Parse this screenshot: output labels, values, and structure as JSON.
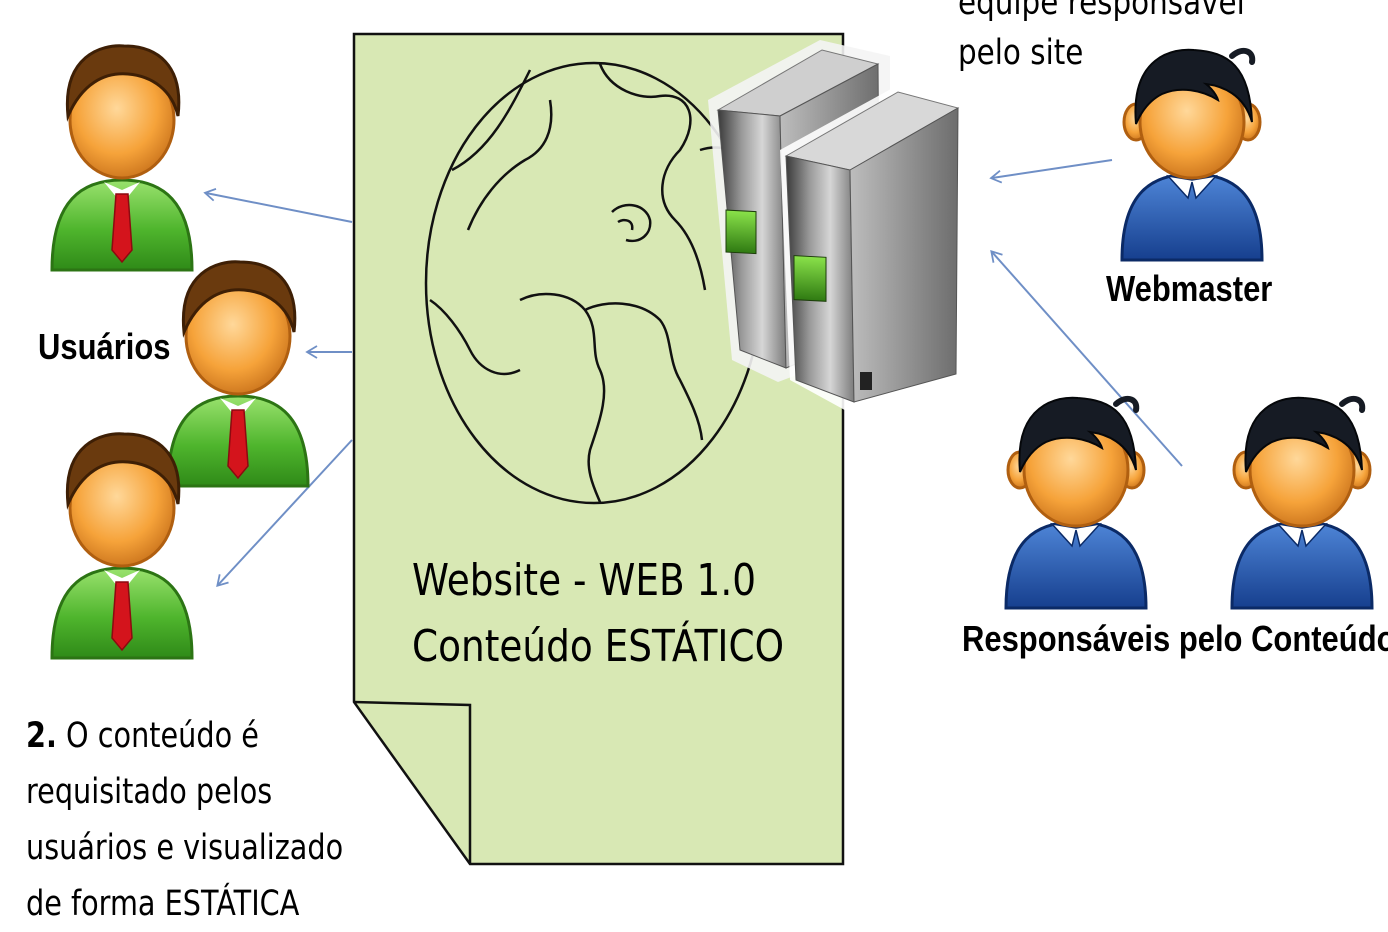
{
  "header": {
    "caption_line1": "equipe responsável",
    "caption_line2": "pelo site"
  },
  "document": {
    "line1": "Website - WEB 1.0",
    "line2": "Conteúdo ESTÁTICO"
  },
  "users": {
    "label": "Usuários"
  },
  "webmaster": {
    "label": "Webmaster"
  },
  "content_team": {
    "label": "Responsáveis pelo Conteúdo"
  },
  "step": {
    "number": "2.",
    "line1": "O conteúdo é",
    "line2": "requisitado pelos",
    "line3": "usuários e visualizado",
    "line4": "de forma ESTÁTICA"
  },
  "colors": {
    "document_fill": "#d8e8b4",
    "user_shirt": "#5cc238",
    "user_tie": "#d4141c",
    "staff_shirt": "#1e4fa8",
    "hair": "#6a3a0e",
    "staff_hair": "#161b24",
    "face": "#f6a33a",
    "arrow": "#6f8fc6"
  }
}
